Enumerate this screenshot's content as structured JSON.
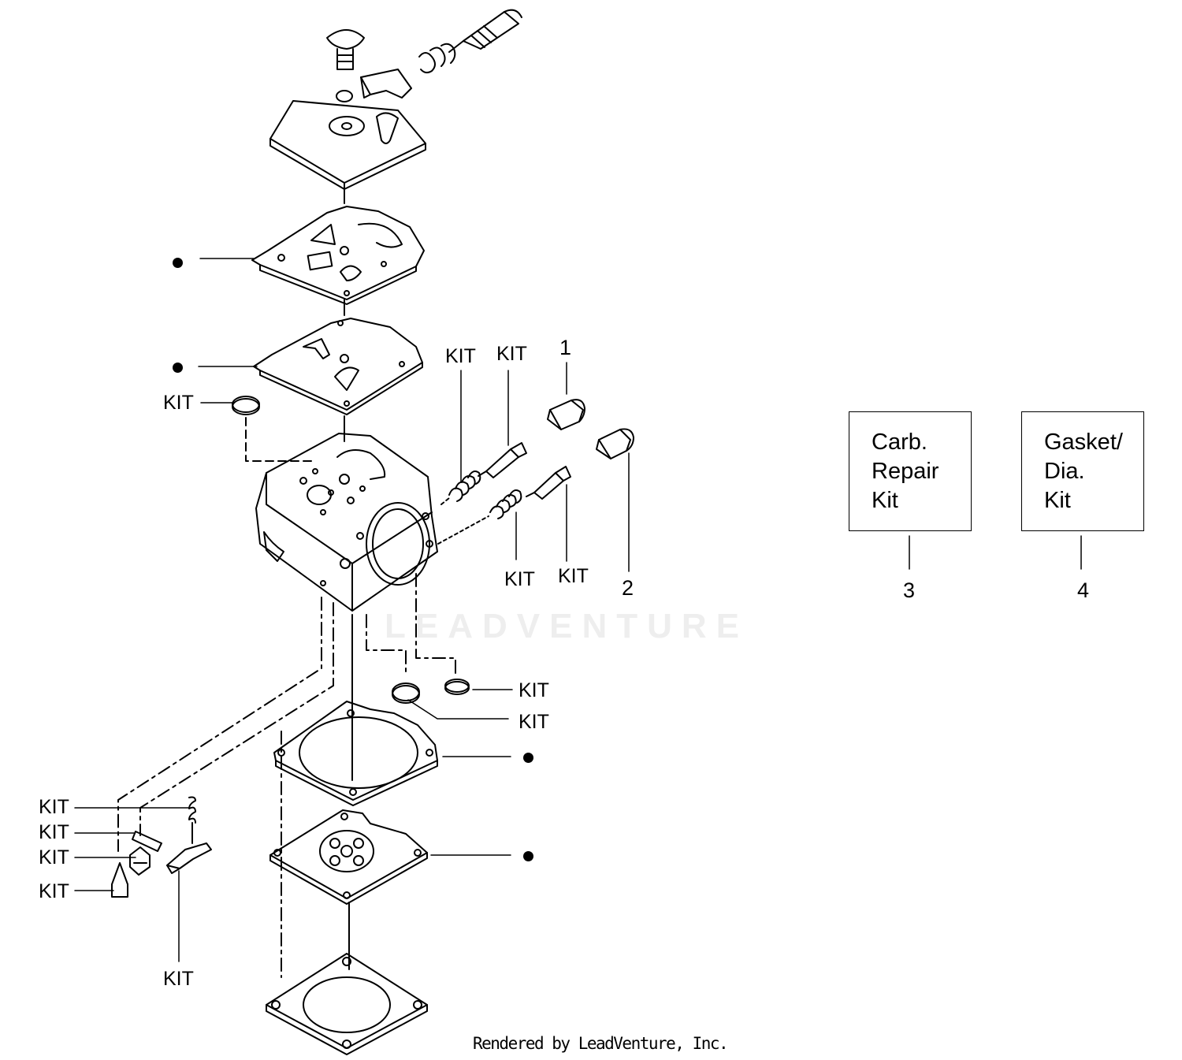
{
  "watermark": "LEADVENTURE",
  "footer": "Rendered by LeadVenture, Inc.",
  "callouts": {
    "kit": "KIT",
    "ref1": "1",
    "ref2": "2",
    "ref3": "3",
    "ref4": "4"
  },
  "kits": {
    "carb_repair": [
      "Carb.",
      "Repair",
      "Kit"
    ],
    "gasket_dia": [
      "Gasket/",
      "Dia.",
      "Kit"
    ]
  },
  "colors": {
    "ink": "#000000",
    "watermark": "#eeeeee",
    "background": "#ffffff"
  }
}
